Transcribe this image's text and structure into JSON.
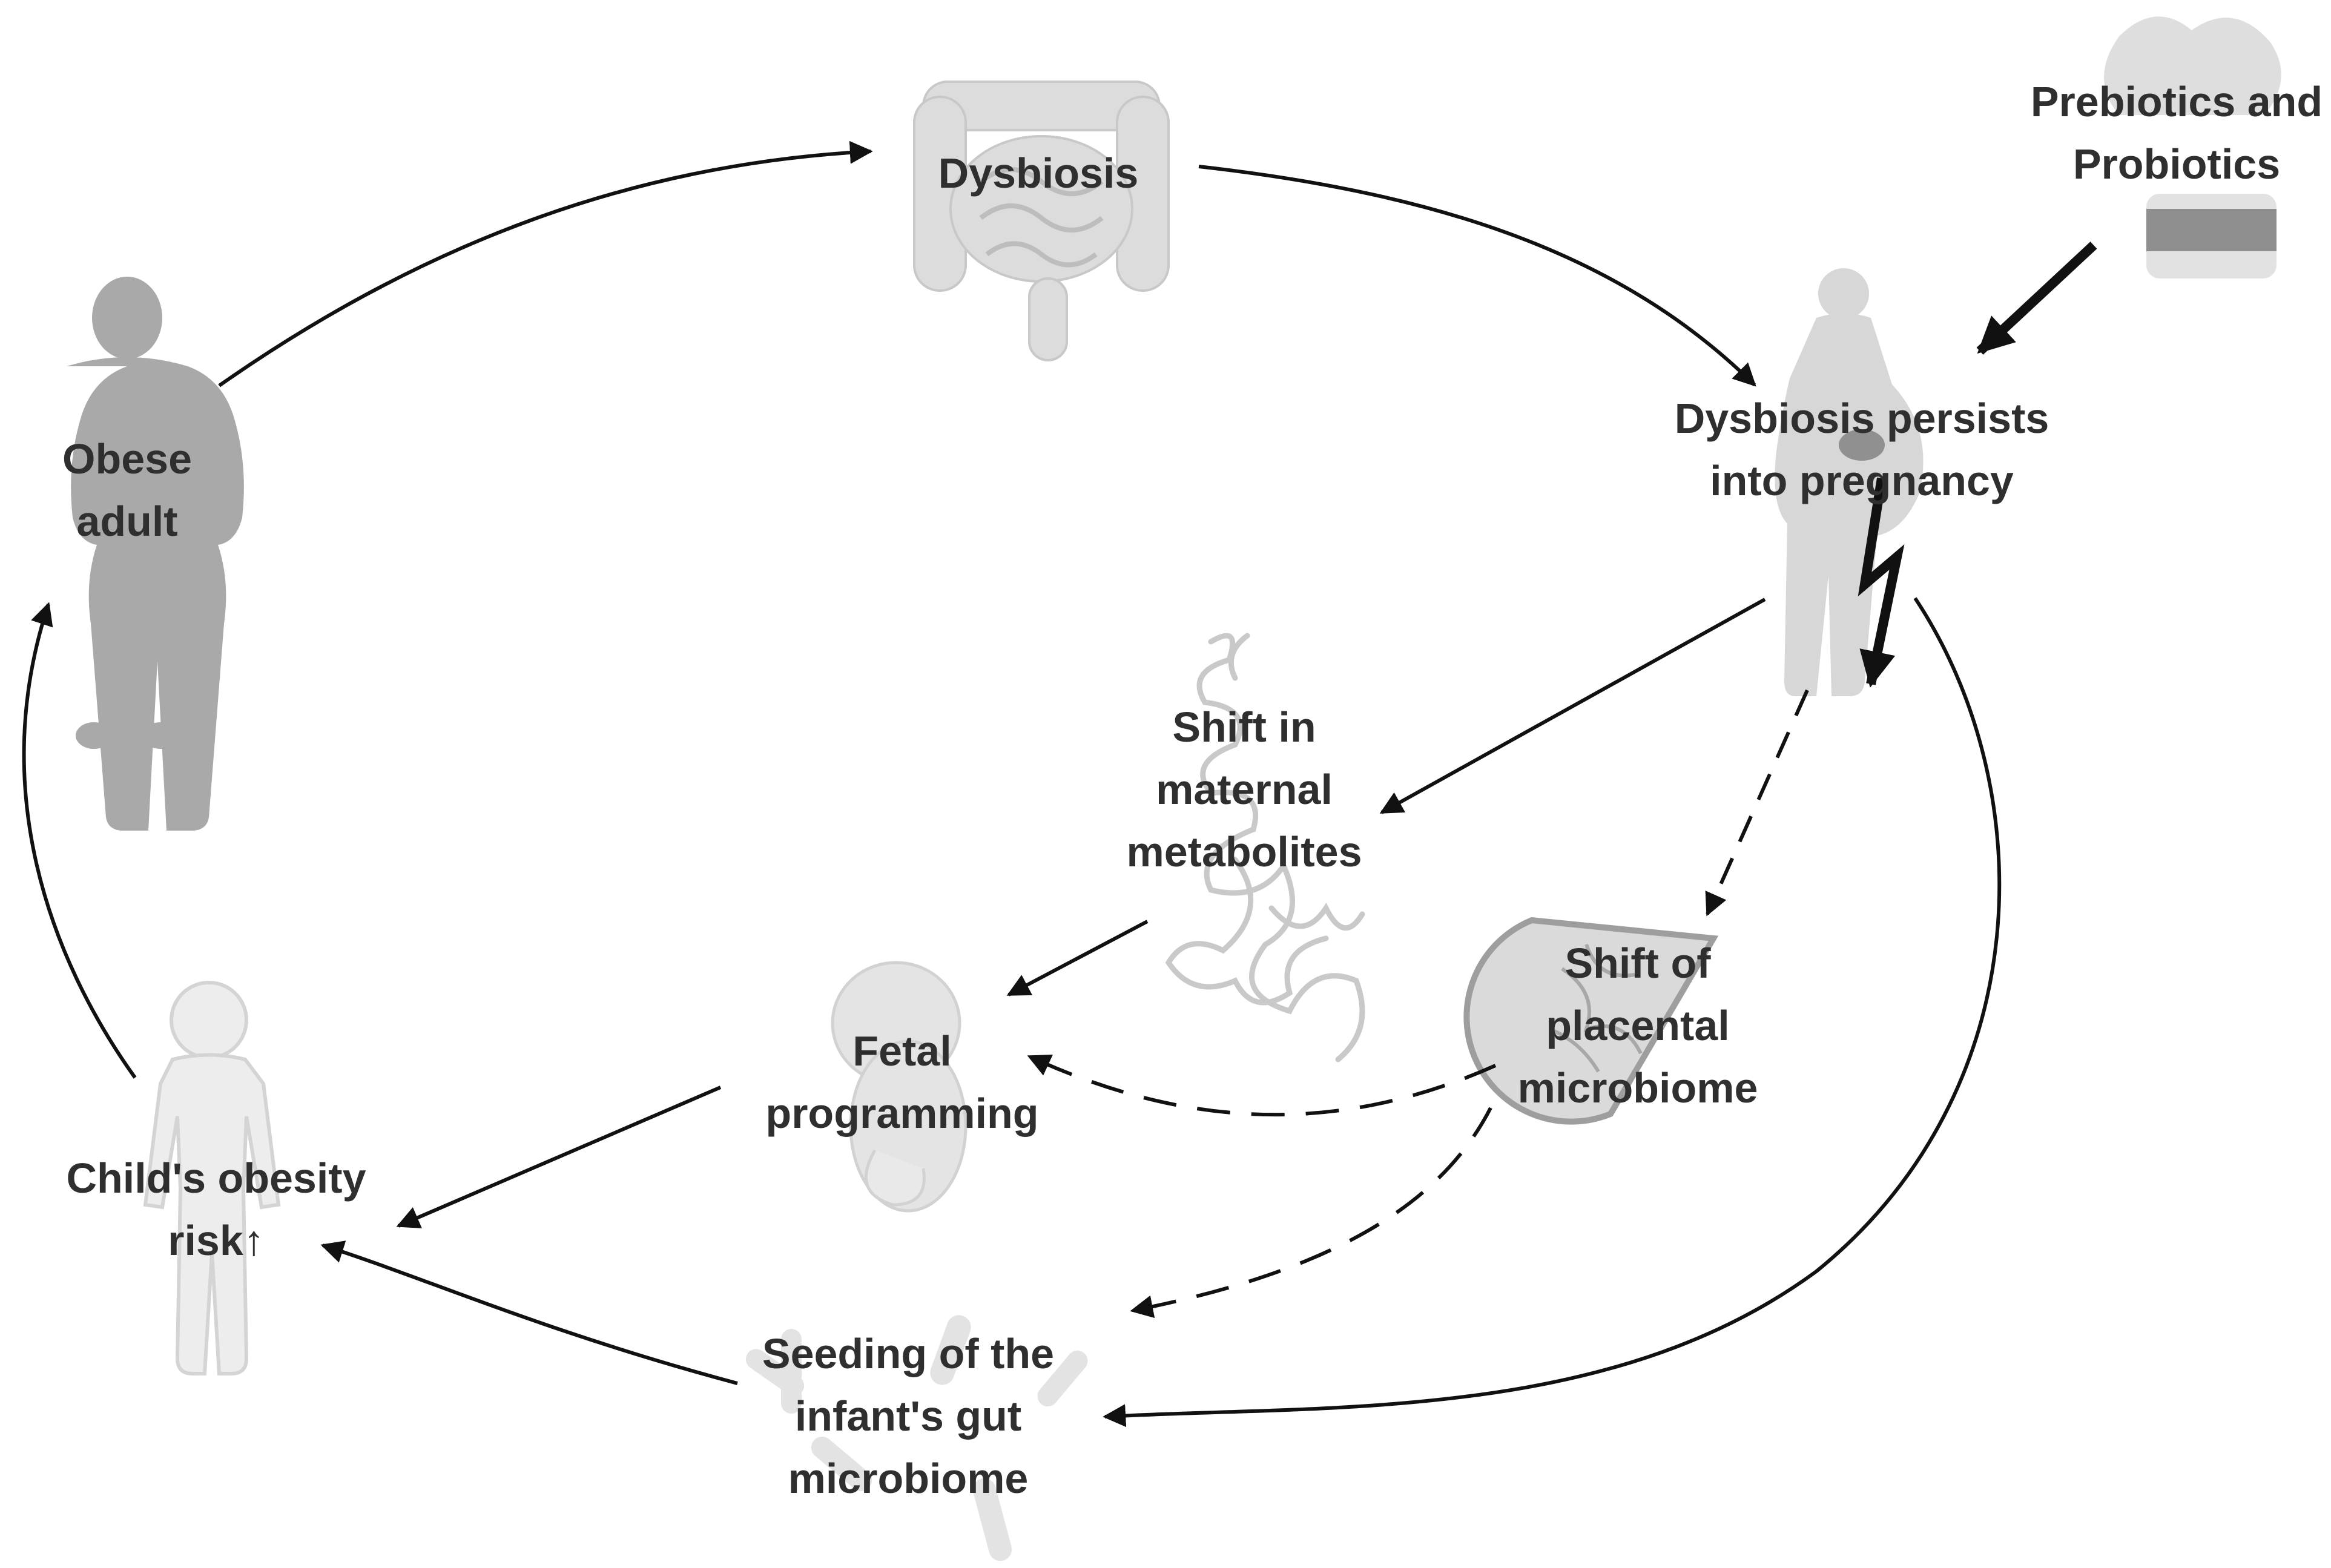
{
  "nodes": {
    "dysbiosis": {
      "lines": [
        "Dysbiosis"
      ],
      "icon": "intestine-icon"
    },
    "persists": {
      "lines": [
        "Dysbiosis persists",
        "into pregnancy"
      ],
      "icon": "pregnant-woman-icon"
    },
    "prebiotics": {
      "lines": [
        "Prebiotics and",
        "Probiotics"
      ],
      "icon": "supplement-jar-icon"
    },
    "metabolites": {
      "lines": [
        "Shift in",
        "maternal",
        "metabolites"
      ],
      "icon": "protein-structure-icon"
    },
    "placental": {
      "lines": [
        "Shift of",
        "placental",
        "microbiome"
      ],
      "icon": "placenta-icon"
    },
    "fetal": {
      "lines": [
        "Fetal",
        "programming"
      ],
      "icon": "fetus-icon"
    },
    "seeding": {
      "lines": [
        "Seeding of the",
        "infant's gut",
        "microbiome"
      ],
      "icon": "bacteria-icon"
    },
    "child": {
      "lines": [
        "Child's obesity",
        "risk↑"
      ],
      "icon": "child-silhouette-icon"
    },
    "obese": {
      "lines": [
        "Obese",
        "adult"
      ],
      "icon": "obese-adult-silhouette-icon"
    }
  },
  "colors": {
    "arrow": "#111111",
    "text": "#2f2f2f",
    "silhouette_dark": "#a9a9a9",
    "silhouette_light": "#dcdcdc"
  }
}
